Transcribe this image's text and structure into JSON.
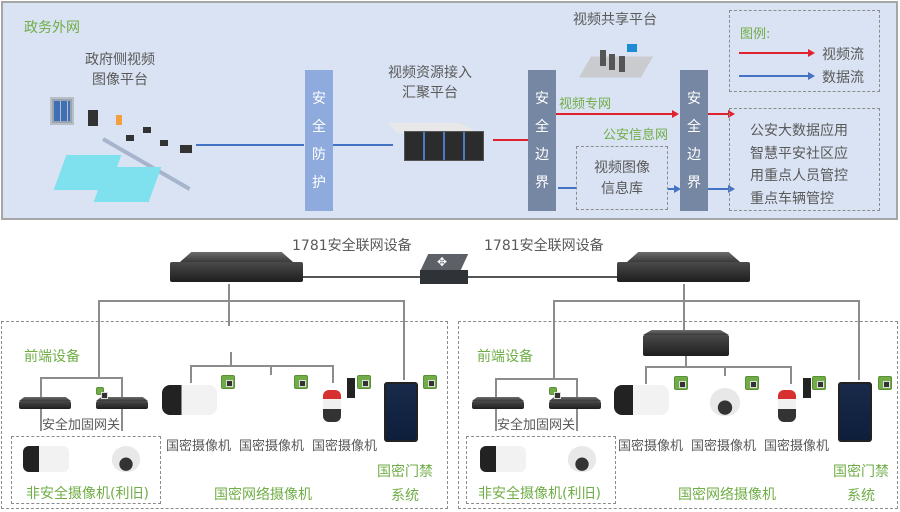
{
  "top_zone": {
    "title": "政务外网",
    "gov_platform": [
      "政府侧视频",
      "图像平台"
    ],
    "security_protect_bar": [
      "安",
      "全",
      "防",
      "护"
    ],
    "access_platform": [
      "视频资源接入",
      "汇聚平台"
    ],
    "boundary_left": [
      "安",
      "全",
      "边",
      "界"
    ],
    "boundary_right": [
      "安",
      "全",
      "边",
      "界"
    ],
    "share_platform": "视频共享平台",
    "video_net_label": "视频专网",
    "police_net_label": "公安信息网",
    "image_db": [
      "视频图像",
      "信息库"
    ],
    "applications": [
      "公安大数据应用",
      "智慧平安社区应",
      "用重点人员管控",
      "重点车辆管控"
    ],
    "legend": {
      "title": "图例:",
      "items": [
        {
          "label": "视频流",
          "color": "#e0222e"
        },
        {
          "label": "数据流",
          "color": "#4472c4"
        }
      ]
    }
  },
  "bottom_zone": {
    "devices": {
      "left_label": "1781安全联网设备",
      "right_label": "1781安全联网设备"
    },
    "groups": [
      {
        "front_label": "前端设备",
        "gateway_label": "安全加固网关",
        "legacy_label": "非安全摄像机(利旧)",
        "camera_labels": [
          "国密摄像机",
          "国密摄像机",
          "国密摄像机"
        ],
        "network_camera_label": "国密网络摄像机",
        "access_label": [
          "国密门禁",
          "系统"
        ]
      },
      {
        "front_label": "前端设备",
        "gateway_label": "安全加固网关",
        "legacy_label": "非安全摄像机(利旧)",
        "camera_labels": [
          "国密摄像机",
          "国密摄像机",
          "国密摄像机"
        ],
        "network_camera_label": "国密网络摄像机",
        "access_label": [
          "国密门禁",
          "系统"
        ]
      }
    ]
  },
  "colors": {
    "accent_green": "#70ad47",
    "video_flow": "#e0222e",
    "data_flow": "#4472c4",
    "panel_bg": "#dae3f3"
  }
}
